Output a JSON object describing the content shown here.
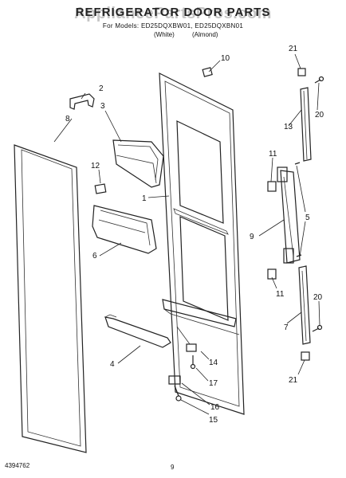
{
  "header": {
    "title": "REFRIGERATOR DOOR PARTS",
    "watermark": "AppliancePartsPros.com",
    "models_line": "For Models: ED25DQXBW01, ED25DQXBN01",
    "color_white": "(White)",
    "color_almond": "(Almond)"
  },
  "footer": {
    "doc_code": "4394762",
    "page_number": "9"
  },
  "callouts": [
    "1",
    "2",
    "3",
    "4",
    "5",
    "6",
    "7",
    "8",
    "9",
    "10",
    "11",
    "12",
    "13",
    "14",
    "15",
    "16",
    "17",
    "20",
    "21"
  ]
}
